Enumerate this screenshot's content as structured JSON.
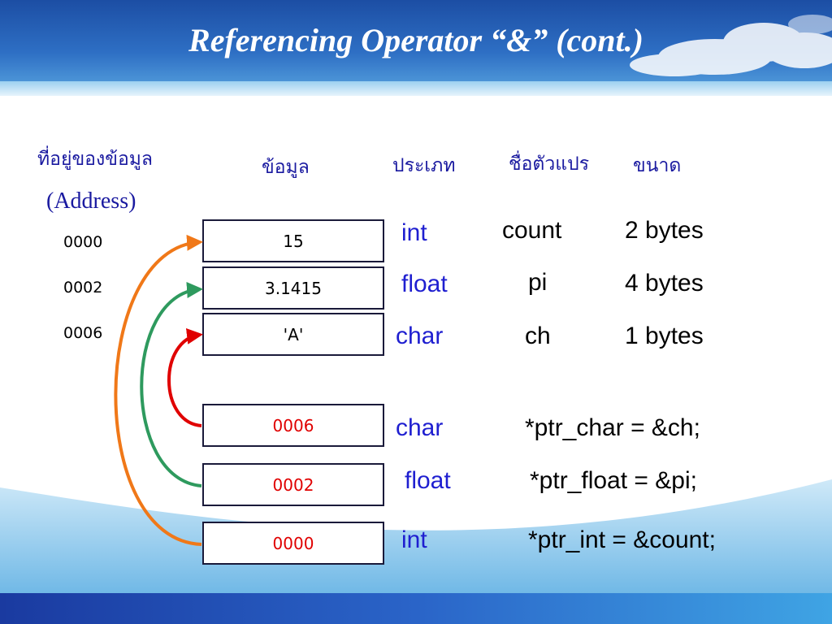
{
  "slide": {
    "title": "Referencing Operator “&” (cont.)"
  },
  "headers": {
    "address_th": "ที่อยู่ของข้อมูล",
    "address_en": "(Address)",
    "data": "ข้อมูล",
    "type": "ประเภท",
    "variable_name": "ชื่อตัวแปร",
    "size": "ขนาด"
  },
  "variables": [
    {
      "address": "0000",
      "value": "15",
      "type": "int",
      "name": "count",
      "size": "2 bytes"
    },
    {
      "address": "0002",
      "value": "3.1415",
      "type": "float",
      "name": "pi",
      "size": "4 bytes"
    },
    {
      "address": "0006",
      "value": "'A'",
      "type": "char",
      "name": "ch",
      "size": "1 bytes"
    }
  ],
  "pointers": [
    {
      "value": "0006",
      "type": "char",
      "statement": "*ptr_char = &ch;",
      "arrow_color": "#e00000"
    },
    {
      "value": "0002",
      "type": "float",
      "statement": "*ptr_float = &pi;",
      "arrow_color": "#2e9a5e"
    },
    {
      "value": "0000",
      "type": "int",
      "statement": "*ptr_int = &count;",
      "arrow_color": "#f07818"
    }
  ]
}
